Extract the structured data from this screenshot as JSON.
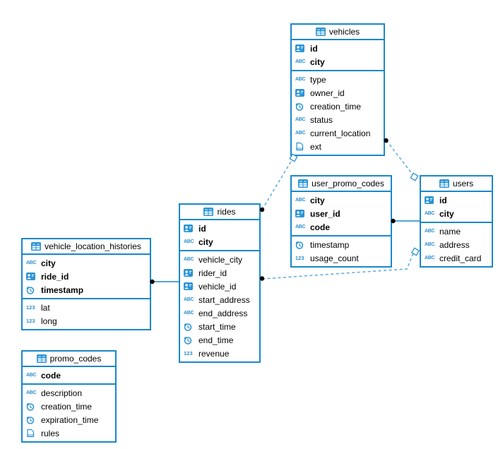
{
  "colors": {
    "accent": "#1b88c9",
    "icon_blue": "#2b94d6",
    "dashed_line": "#5aabdc",
    "marker_dot": "#000000",
    "background": "#ffffff",
    "text": "#000000"
  },
  "icon_glyphs": {
    "text": "ABC",
    "number": "123",
    "json": "JSON"
  },
  "icon_legend": {
    "table-icon": "blue table grid",
    "uuid-type-icon": "id badge (person card)",
    "text-type-icon": "ABC letters",
    "timestamp-type-icon": "clock",
    "number-type-icon": "123 digits",
    "json-type-icon": "JSON document"
  },
  "entities": {
    "vehicles": {
      "title": "vehicles",
      "pk": [
        {
          "name": "id",
          "type": "uuid"
        },
        {
          "name": "city",
          "type": "text"
        }
      ],
      "fields": [
        {
          "name": "type",
          "type": "text"
        },
        {
          "name": "owner_id",
          "type": "uuid"
        },
        {
          "name": "creation_time",
          "type": "timestamp"
        },
        {
          "name": "status",
          "type": "text"
        },
        {
          "name": "current_location",
          "type": "text"
        },
        {
          "name": "ext",
          "type": "json"
        }
      ]
    },
    "user_promo_codes": {
      "title": "user_promo_codes",
      "pk": [
        {
          "name": "city",
          "type": "text"
        },
        {
          "name": "user_id",
          "type": "uuid"
        },
        {
          "name": "code",
          "type": "text"
        }
      ],
      "fields": [
        {
          "name": "timestamp",
          "type": "timestamp"
        },
        {
          "name": "usage_count",
          "type": "number"
        }
      ]
    },
    "users": {
      "title": "users",
      "pk": [
        {
          "name": "id",
          "type": "uuid"
        },
        {
          "name": "city",
          "type": "text"
        }
      ],
      "fields": [
        {
          "name": "name",
          "type": "text"
        },
        {
          "name": "address",
          "type": "text"
        },
        {
          "name": "credit_card",
          "type": "text"
        }
      ]
    },
    "rides": {
      "title": "rides",
      "pk": [
        {
          "name": "id",
          "type": "uuid"
        },
        {
          "name": "city",
          "type": "text"
        }
      ],
      "fields": [
        {
          "name": "vehicle_city",
          "type": "text"
        },
        {
          "name": "rider_id",
          "type": "uuid"
        },
        {
          "name": "vehicle_id",
          "type": "uuid"
        },
        {
          "name": "start_address",
          "type": "text"
        },
        {
          "name": "end_address",
          "type": "text"
        },
        {
          "name": "start_time",
          "type": "timestamp"
        },
        {
          "name": "end_time",
          "type": "timestamp"
        },
        {
          "name": "revenue",
          "type": "number"
        }
      ]
    },
    "vehicle_location_histories": {
      "title": "vehicle_location_histories",
      "pk": [
        {
          "name": "city",
          "type": "text"
        },
        {
          "name": "ride_id",
          "type": "uuid"
        },
        {
          "name": "timestamp",
          "type": "timestamp"
        }
      ],
      "fields": [
        {
          "name": "lat",
          "type": "number"
        },
        {
          "name": "long",
          "type": "number"
        }
      ]
    },
    "promo_codes": {
      "title": "promo_codes",
      "pk": [
        {
          "name": "code",
          "type": "text"
        }
      ],
      "fields": [
        {
          "name": "description",
          "type": "text"
        },
        {
          "name": "creation_time",
          "type": "timestamp"
        },
        {
          "name": "expiration_time",
          "type": "timestamp"
        },
        {
          "name": "rules",
          "type": "json"
        }
      ]
    }
  },
  "relationships": [
    {
      "from_table": "vehicle_location_histories",
      "to_table": "rides",
      "line_style": "solid",
      "from_marker": "dot",
      "to_marker": "none"
    },
    {
      "from_table": "user_promo_codes",
      "to_table": "users",
      "line_style": "solid",
      "from_marker": "dot",
      "to_marker": "none"
    },
    {
      "from_table": "rides",
      "to_table": "vehicles",
      "line_style": "dashed",
      "from_marker": "dot",
      "to_marker": "diamond"
    },
    {
      "from_table": "rides",
      "to_table": "users",
      "line_style": "dashed",
      "from_marker": "dot",
      "to_marker": "diamond"
    },
    {
      "from_table": "vehicles",
      "to_table": "users",
      "line_style": "dashed",
      "from_marker": "dot",
      "to_marker": "diamond"
    }
  ]
}
